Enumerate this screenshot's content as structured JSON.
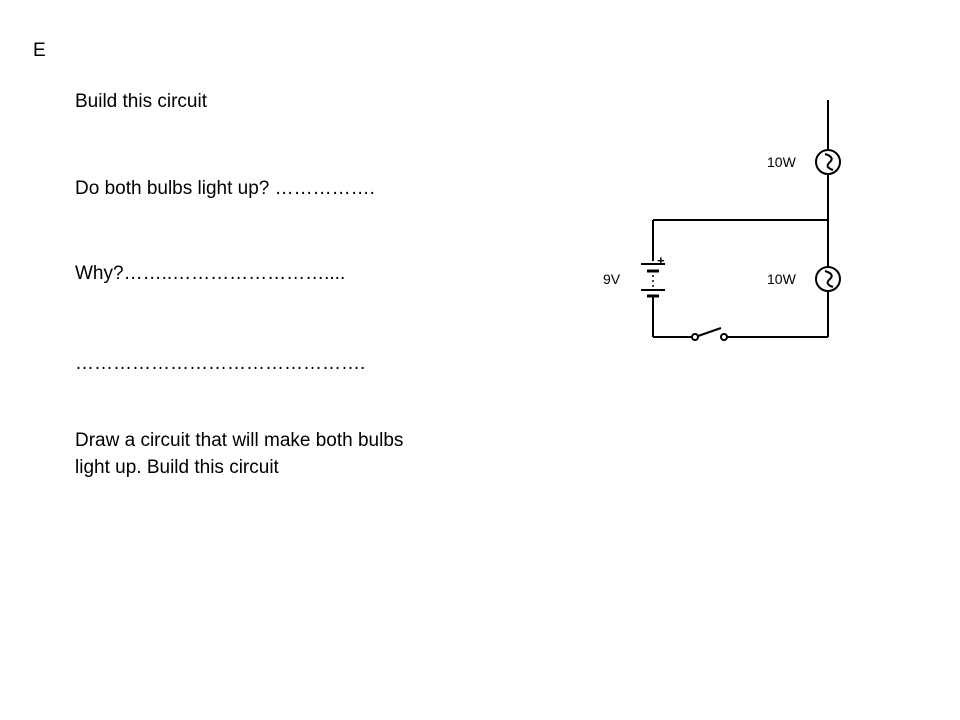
{
  "slide": {
    "letter": "E"
  },
  "worksheet": {
    "instruction": "Build this circuit",
    "question": "Do both bulbs light up? …………….",
    "why": "Why?……..……………………....",
    "answer_line": "……………………………………….",
    "task_line1": "Draw a circuit that will make both bulbs",
    "task_line2": "light up. Build this circuit"
  },
  "circuit": {
    "bulb_top_label": "10W",
    "bulb_bottom_label": "10W",
    "battery_label": "9V",
    "battery_positive": "+"
  }
}
